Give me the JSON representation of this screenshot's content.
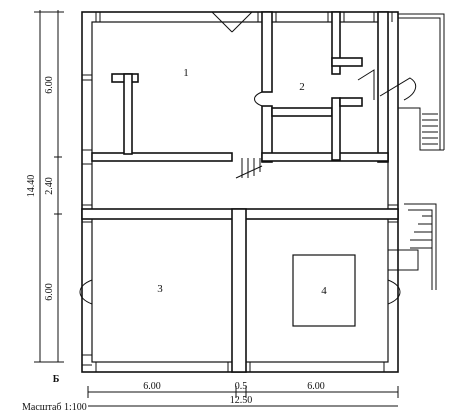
{
  "rooms": [
    "1",
    "2",
    "3",
    "4"
  ],
  "dimensions_vertical": [
    "6.00",
    "2.40",
    "6.00"
  ],
  "dimension_total_vertical": "14.40",
  "dimensions_horizontal": [
    "6.00",
    "0.5",
    "6.00"
  ],
  "dimension_total_horizontal": "12.50",
  "section_mark": "Б",
  "scale_label": "Масштаб 1:100"
}
